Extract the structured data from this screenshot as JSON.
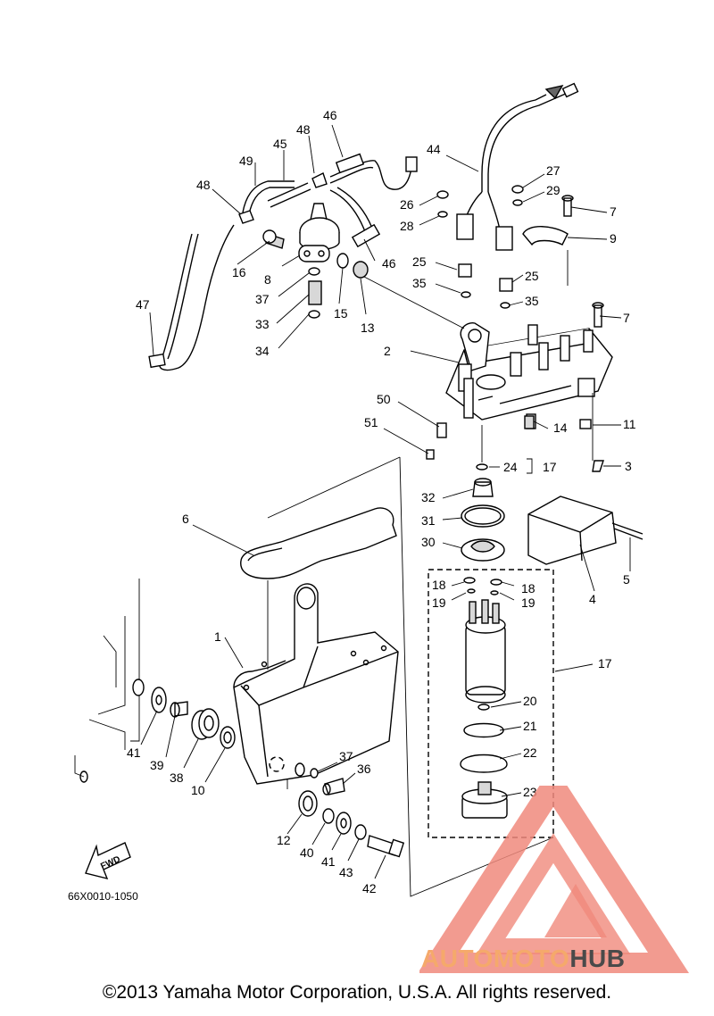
{
  "diagram": {
    "reference_code": "66X0010-1050",
    "fwd_label": "FWD",
    "callouts": [
      {
        "id": "c1",
        "label": "1"
      },
      {
        "id": "c2",
        "label": "2"
      },
      {
        "id": "c3",
        "label": "3"
      },
      {
        "id": "c4",
        "label": "4"
      },
      {
        "id": "c5",
        "label": "5"
      },
      {
        "id": "c6",
        "label": "6"
      },
      {
        "id": "c7a",
        "label": "7"
      },
      {
        "id": "c7b",
        "label": "7"
      },
      {
        "id": "c8",
        "label": "8"
      },
      {
        "id": "c9",
        "label": "9"
      },
      {
        "id": "c10",
        "label": "10"
      },
      {
        "id": "c11",
        "label": "11"
      },
      {
        "id": "c12",
        "label": "12"
      },
      {
        "id": "c13",
        "label": "13"
      },
      {
        "id": "c14",
        "label": "14"
      },
      {
        "id": "c15",
        "label": "15"
      },
      {
        "id": "c16",
        "label": "16"
      },
      {
        "id": "c17a",
        "label": "17"
      },
      {
        "id": "c17b",
        "label": "17"
      },
      {
        "id": "c18a",
        "label": "18"
      },
      {
        "id": "c18b",
        "label": "18"
      },
      {
        "id": "c19a",
        "label": "19"
      },
      {
        "id": "c19b",
        "label": "19"
      },
      {
        "id": "c20",
        "label": "20"
      },
      {
        "id": "c21",
        "label": "21"
      },
      {
        "id": "c22",
        "label": "22"
      },
      {
        "id": "c23",
        "label": "23"
      },
      {
        "id": "c24",
        "label": "24"
      },
      {
        "id": "c25a",
        "label": "25"
      },
      {
        "id": "c25b",
        "label": "25"
      },
      {
        "id": "c26",
        "label": "26"
      },
      {
        "id": "c27",
        "label": "27"
      },
      {
        "id": "c28",
        "label": "28"
      },
      {
        "id": "c29",
        "label": "29"
      },
      {
        "id": "c30",
        "label": "30"
      },
      {
        "id": "c31",
        "label": "31"
      },
      {
        "id": "c32",
        "label": "32"
      },
      {
        "id": "c33",
        "label": "33"
      },
      {
        "id": "c34",
        "label": "34"
      },
      {
        "id": "c35a",
        "label": "35"
      },
      {
        "id": "c35b",
        "label": "35"
      },
      {
        "id": "c36",
        "label": "36"
      },
      {
        "id": "c37a",
        "label": "37"
      },
      {
        "id": "c37b",
        "label": "37"
      },
      {
        "id": "c38",
        "label": "38"
      },
      {
        "id": "c39",
        "label": "39"
      },
      {
        "id": "c40",
        "label": "40"
      },
      {
        "id": "c41a",
        "label": "41"
      },
      {
        "id": "c41b",
        "label": "41"
      },
      {
        "id": "c42",
        "label": "42"
      },
      {
        "id": "c43",
        "label": "43"
      },
      {
        "id": "c44",
        "label": "44"
      },
      {
        "id": "c45",
        "label": "45"
      },
      {
        "id": "c46a",
        "label": "46"
      },
      {
        "id": "c46b",
        "label": "46"
      },
      {
        "id": "c47",
        "label": "47"
      },
      {
        "id": "c48a",
        "label": "48"
      },
      {
        "id": "c48b",
        "label": "48"
      },
      {
        "id": "c49",
        "label": "49"
      },
      {
        "id": "c50",
        "label": "50"
      },
      {
        "id": "c51",
        "label": "51"
      }
    ]
  },
  "watermark": {
    "part1": "AUTOMOTO",
    "part2": "HUB",
    "color_primary": "#f08a7c",
    "color_accent": "#f7c77a",
    "color_dark": "#4a4a4a"
  },
  "copyright": "©2013 Yamaha Motor Corporation, U.S.A. All rights reserved."
}
